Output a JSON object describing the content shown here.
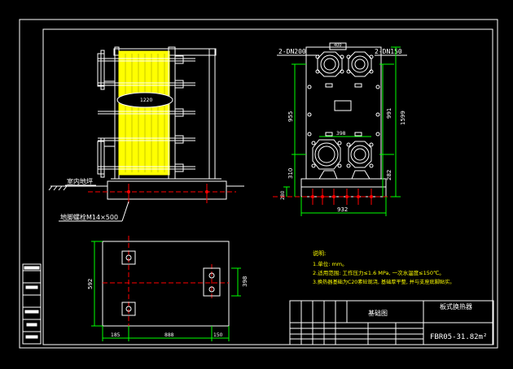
{
  "front_view": {
    "label_nozzle_left": "2-DN200",
    "label_nozzle_right": "2-DN150",
    "dim_width": "932",
    "dim_height_overall": "1599",
    "dim_nozzle_spacing_left": "955",
    "dim_nozzle_spacing_right": "991",
    "dim_bottom_left": "310",
    "dim_bottom_right": "282",
    "dim_center": "398",
    "dim_base": "280",
    "dim_top": "400"
  },
  "side_view": {
    "label_floor": "室内地坪",
    "label_bolt": "地脚螺栓M14×500",
    "label_plate_center": "1220"
  },
  "foundation": {
    "dim_height": "592",
    "dim_right": "398",
    "dim_bottom_left": "185",
    "dim_bottom_mid": "888",
    "dim_bottom_right": "150"
  },
  "notes": {
    "title": "说明:",
    "line1": "1.单位: mm。",
    "line2": "2.适用范围: 工作压力≤1.6 MPa, 一次水温度≤150℃。",
    "line3": "3.换热器基础为C20素砼现浇, 基础厚平整, 并与支座底脚贴实。"
  },
  "title_block": {
    "drawing_name": "基础图",
    "equipment_name": "板式换热器",
    "model": "FBR05-31.82m²"
  },
  "colors": {
    "line": "#ffffff",
    "yellow": "#ffff00",
    "cyan": "#00ffff",
    "green": "#00ff00",
    "red": "#ff0000",
    "magenta": "#ff00ff"
  }
}
